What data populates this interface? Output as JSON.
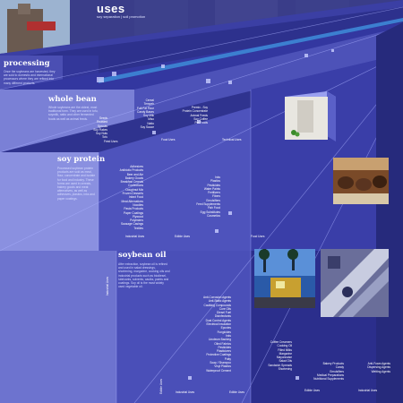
{
  "header": {
    "title": "uses",
    "subtitle": "soy separation | soil promotion"
  },
  "colors": {
    "background": "#2b2f8a",
    "panel_light": "#7d82d8",
    "panel_mid": "#4c50b4",
    "accent_blue": "#3c7fd0"
  },
  "sections": {
    "processing": {
      "title": "processing",
      "text": "Once the soybeans are harvested, they are sold to domestic and international processors where they are refined into many different products."
    },
    "whole_bean": {
      "title": "whole bean",
      "text": "Whole soybeans are the oldest, most traditional form. They are used in tofu, soymilk, natto and other fermented foods as well as animal feeds."
    },
    "soy_protein": {
      "title": "soy protein",
      "text": "Processed soybean protein products are sold as meal, flour, concentrate and isolate for food and industry. These forms are used in cereals, bakery goods and meat alternatives, as well as adhesives, plastics, inks and paper coatings."
    },
    "soybean_oil": {
      "title": "soybean oil",
      "text": "After extraction, soybean oil is refined and used in salad dressings, shortening, margarine, cooking oils and industrial products such as biodiesel, lubricants, solvents, caulks, paints and coatings. Soy oil is the most widely used vegetable oil."
    }
  },
  "lists": {
    "whole_bean_food": [
      "Seeds",
      "Roasted",
      "Sprouts",
      "Soy Flakes",
      "Soy Nuts",
      "Tofu"
    ],
    "whole_bean_mid": [
      "Cereal",
      "Tempeh",
      "Full-Fat Flour",
      "Candy Bases",
      "Soy Milk",
      "Miso",
      "Natto",
      "Soy Sauce"
    ],
    "whole_bean_right": [
      "Premix - Soy",
      "Protein Concentrate",
      "Animal Feeds",
      "Soy Coffee",
      "Pet Foods"
    ],
    "soy_protein_food": [
      "Adhesives",
      "Antibiotic Products",
      "Beer and Ale",
      "Bakery Goods",
      "Breakfast Cereals",
      "Confections",
      "Doughnut Mix",
      "Frozen Desserts",
      "Infant Food",
      "Meat Alternatives",
      "Noodles",
      "Pasta Products",
      "Paper Coatings",
      "Plywood",
      "Polyesters",
      "Sausage Casings",
      "Textiles"
    ],
    "soy_protein_right": [
      "Inks",
      "Plastics",
      "Pesticides",
      "Water Paints",
      "Fertilizers",
      "Fibers",
      "Emulsifiers",
      "Feed Supplements",
      "Fish Food",
      "Egg Substitutes",
      "Cosmetics"
    ],
    "soybean_oil_food": [
      "Anti-Corrosion Agents",
      "Anti-Static Agents",
      "Caulking Compounds",
      "Core Oils",
      "Diesel Fuel",
      "Disinfectants",
      "Dust Control Agents",
      "Electrical Insulation",
      "Epoxies",
      "Fungicides",
      "Inks",
      "Linoleum Backing",
      "Oiled Fabrics",
      "Pesticides",
      "Plasticizers",
      "Protective Coatings",
      "Putty",
      "Soap / Shampoo",
      "Vinyl Plastics",
      "Waterproof Cement"
    ],
    "soybean_oil_mid": [
      "Coffee Creamers",
      "Cooking Oil",
      "Filled Milks",
      "Margarine",
      "Mayonnaise",
      "Salad Oils",
      "Sandwich Spreads",
      "Shortening"
    ],
    "soybean_oil_right": [
      "Bakery Products",
      "Candy",
      "Emulsifiers",
      "Medical Preparations",
      "Nutritional Supplements"
    ],
    "soybean_oil_far": [
      "Anti-Foam Agents",
      "Dispersing Agents",
      "Wetting Agents"
    ]
  },
  "tags": {
    "industrial_uses": "Industrial Uses",
    "edible_uses": "Edible Uses",
    "food_uses": "Food Uses",
    "feed_uses": "Feed Uses",
    "technical_uses": "Technical Uses"
  }
}
